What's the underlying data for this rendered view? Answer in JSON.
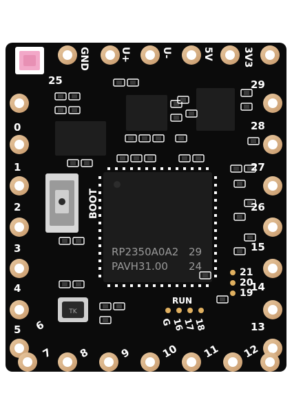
{
  "board": {
    "top_pins": [
      "GND",
      "U+",
      "U-",
      "5V",
      "3V3"
    ],
    "left_pins": [
      "25",
      "0",
      "1",
      "2",
      "3",
      "4",
      "5"
    ],
    "right_pins": [
      "29",
      "28",
      "27",
      "26",
      "15",
      "14",
      "13"
    ],
    "bottom_pins": [
      "6",
      "7",
      "8",
      "9",
      "10",
      "11",
      "12"
    ],
    "inner_pins_right": [
      "21",
      "20",
      "19"
    ],
    "inner_pins_bottom": [
      "G",
      "16",
      "17",
      "18"
    ],
    "boot_label": "BOOT",
    "run_label": "RUN",
    "crystal_mark": "TK",
    "chip": {
      "line1": "RP2350A0A2",
      "line1b": "29",
      "line2": "PAVH31.00",
      "line2b": "24"
    },
    "colors": {
      "pcb": "#0b0b0b",
      "pad": "#d9b48c",
      "silk": "#ffffff",
      "chip": "#1c1c1c",
      "led": "#f2a8c8"
    }
  }
}
